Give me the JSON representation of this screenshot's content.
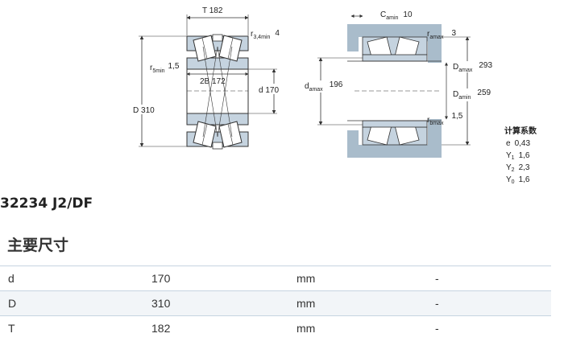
{
  "drawing": {
    "dims_left": {
      "T": "T",
      "T_value": "182",
      "r34": "r",
      "r34_sub": "3,4min",
      "r34_value": "4",
      "r5": "r",
      "r5_sub": "5min",
      "r5_value": "1,5",
      "B2": "2B",
      "B2_value": "172",
      "D": "D",
      "D_value": "310",
      "d": "d",
      "d_value": "170"
    },
    "dims_right": {
      "C": "C",
      "C_sub": "amin",
      "C_value": "10",
      "ra": "r",
      "ra_sub": "amax",
      "ra_value": "3",
      "Da_max": "D",
      "Da_max_sub": "amax",
      "Da_max_value": "293",
      "Da_min": "D",
      "Da_min_sub": "amin",
      "Da_min_value": "259",
      "da": "d",
      "da_sub": "amax",
      "da_value": "196",
      "rb": "r",
      "rb_sub": "bmax",
      "rb_value": "1,5"
    },
    "calc_factors": {
      "title": "计算系数",
      "rows": [
        {
          "sym": "e",
          "sub": "",
          "value": "0,43"
        },
        {
          "sym": "Y",
          "sub": "1",
          "value": "1,6"
        },
        {
          "sym": "Y",
          "sub": "2",
          "value": "2,3"
        },
        {
          "sym": "Y",
          "sub": "0",
          "value": "1,6"
        }
      ]
    }
  },
  "product": {
    "title": "32234 J2/DF"
  },
  "section": {
    "title": "主要尺寸"
  },
  "table": {
    "rows": [
      {
        "symbol": "d",
        "value": "170",
        "unit": "mm",
        "extra": "-"
      },
      {
        "symbol": "D",
        "value": "310",
        "unit": "mm",
        "extra": "-"
      },
      {
        "symbol": "T",
        "value": "182",
        "unit": "mm",
        "extra": "-"
      }
    ]
  },
  "colors": {
    "bearing_fill": "#c5d3df",
    "housing_fill": "#a9bccb",
    "line": "#333333",
    "table_border": "#c6d4e1"
  }
}
